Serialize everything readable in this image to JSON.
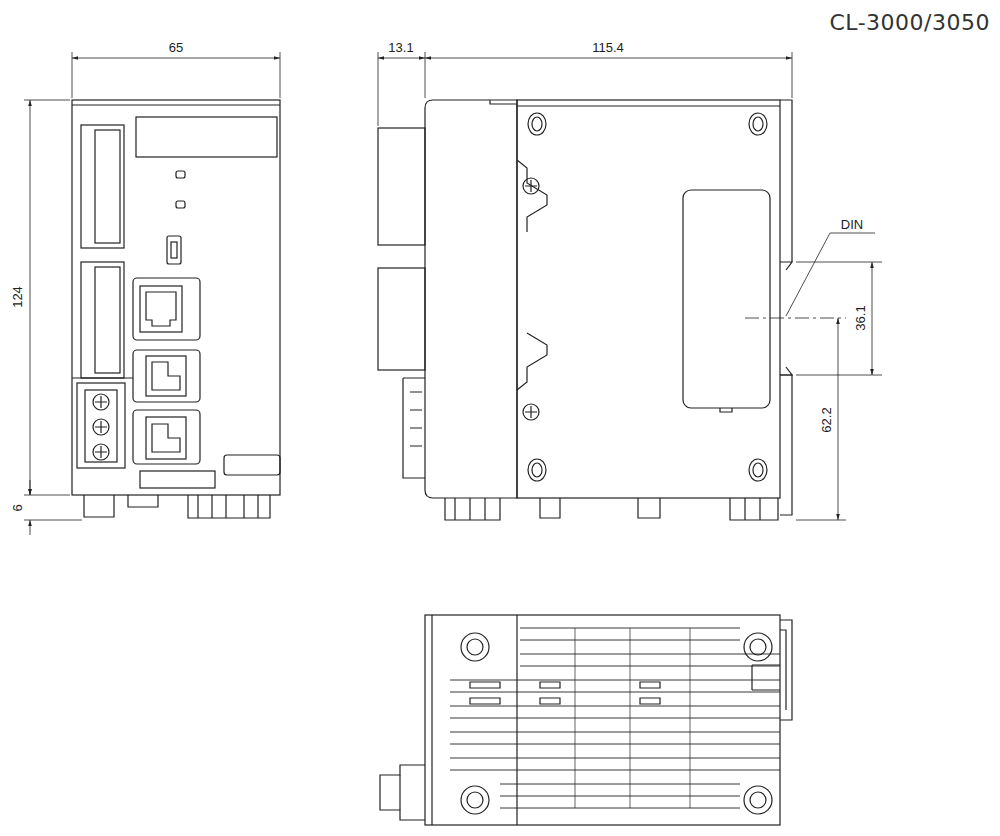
{
  "diagram": {
    "title": "CL-3000/3050",
    "labels": [
      "65",
      "13.1",
      "115.4",
      "124",
      "6",
      "DIN",
      "36.1",
      "62.2"
    ]
  }
}
